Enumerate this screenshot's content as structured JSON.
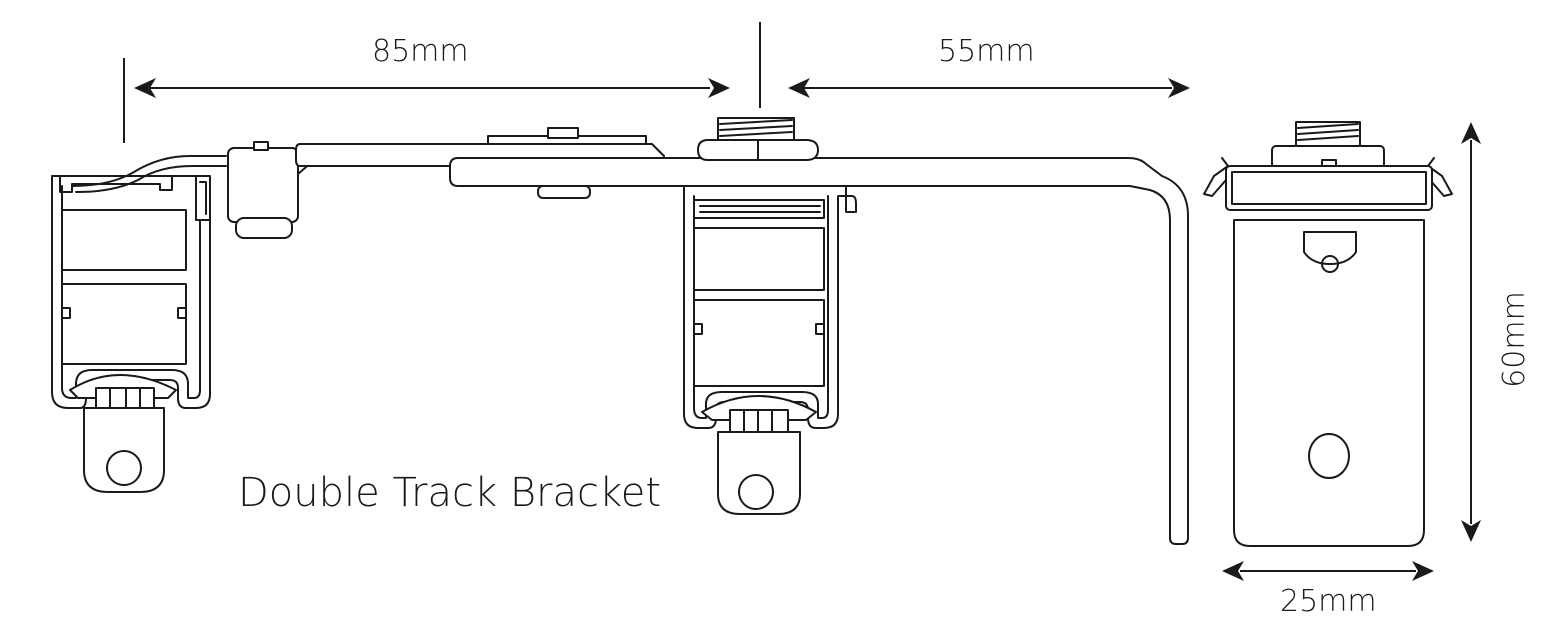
{
  "title": "Double Track Bracket",
  "dimensions": {
    "projection_inner": "85mm",
    "projection_outer": "55mm",
    "width": "25mm",
    "height": "60mm"
  },
  "colors": {
    "ink": "#1a1a1a",
    "background": "#ffffff"
  }
}
